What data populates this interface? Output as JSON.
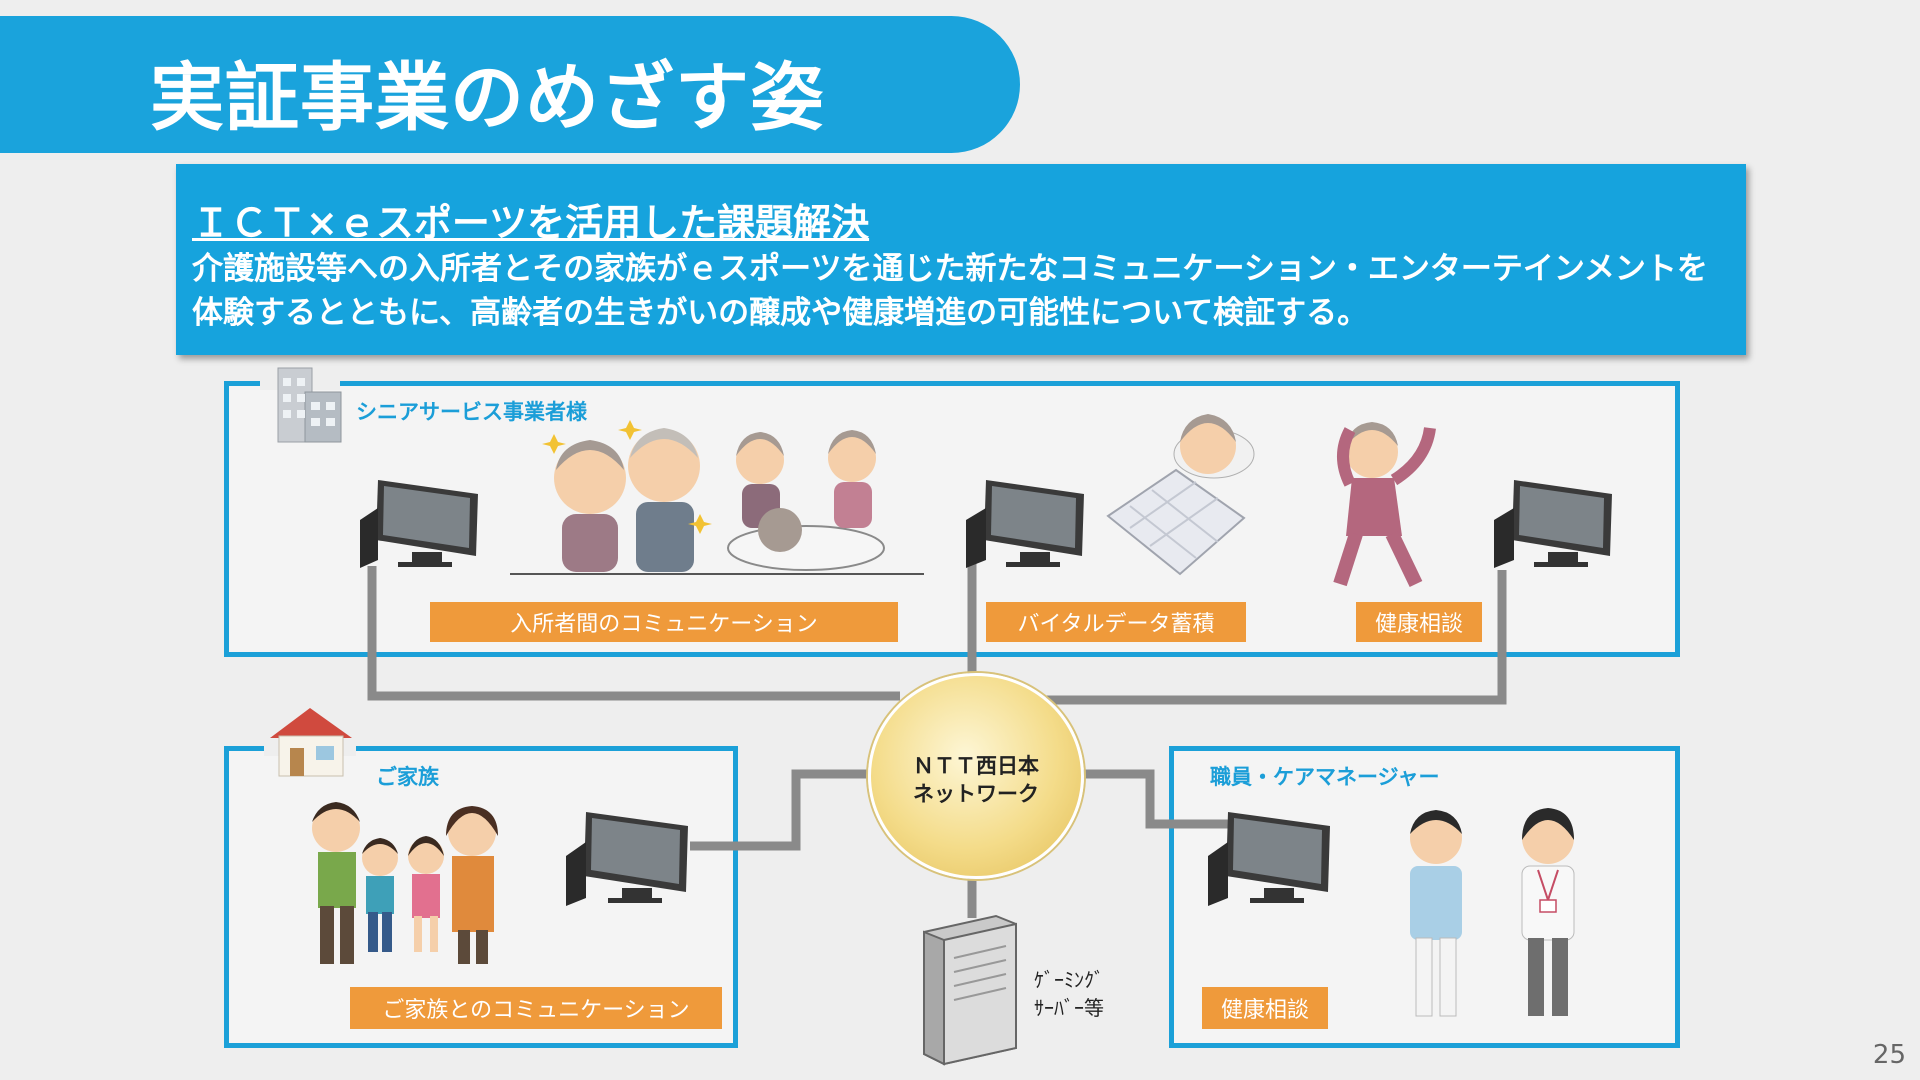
{
  "title": "実証事業のめざす姿",
  "summary": {
    "heading": "ＩＣＴ×ｅスポーツを活用した課題解決",
    "line1": "介護施設等への入所者とその家族がｅスポーツを通じた新たなコミュニケーション・エンターテインメントを",
    "line2": "体験するとともに、高齢者の生きがいの醸成や健康増進の可能性について検証する。"
  },
  "senior_panel": {
    "label": "シニアサービス事業者様",
    "tags": [
      "入所者間のコミュニケーション",
      "バイタルデータ蓄積",
      "健康相談"
    ]
  },
  "family_panel": {
    "label": "ご家族",
    "tag": "ご家族とのコミュニケーション"
  },
  "staff_panel": {
    "label": "職員・ケアマネージャー",
    "tag": "健康相談"
  },
  "network": {
    "line1": "ＮＴＴ西日本",
    "line2": "ネットワーク"
  },
  "server": {
    "line1": "ｹﾞｰﾐﾝｸﾞ",
    "line2": "ｻｰﾊﾞｰ等"
  },
  "page_number": "25",
  "colors": {
    "accent_blue": "#1aa3dc",
    "tag_orange": "#ef9a3b",
    "connector_gray": "#8a8a8a"
  }
}
